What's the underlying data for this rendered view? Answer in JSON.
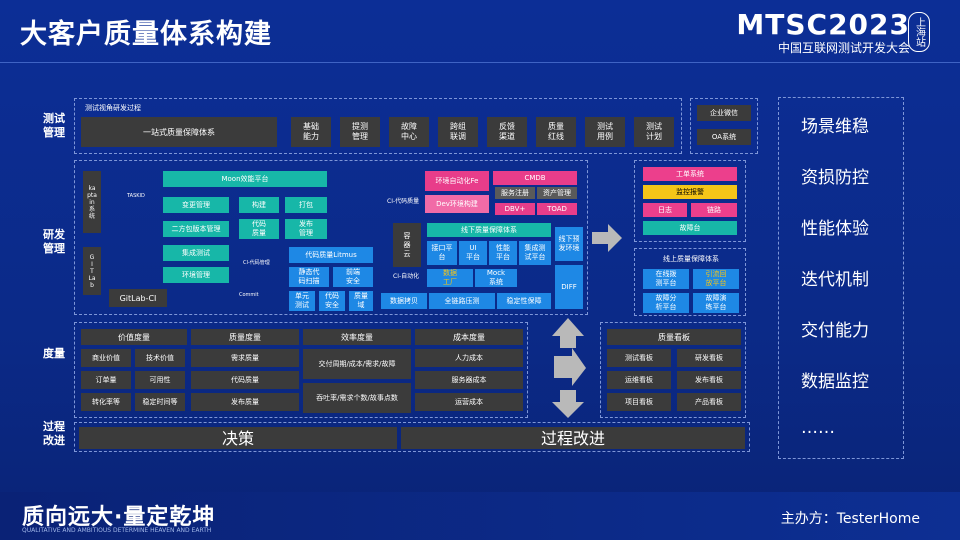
{
  "title": "大客户质量体系构建",
  "brand": {
    "name": "MTSC2023",
    "subtitle": "中国互联网测试开发大会",
    "badge": "上海站"
  },
  "sections": {
    "test_mgmt": "测试\n管理",
    "dev_mgmt": "研发\n管理",
    "measure": "度量",
    "process": "过程\n改进"
  },
  "test_panel": {
    "heading": "测试视角研发过程",
    "main": "一站式质量保障体系",
    "items": [
      "基础\n能力",
      "提测\n管理",
      "故障\n中心",
      "跨组\n联调",
      "反馈\n渠道",
      "质量\n红线",
      "测试\n用例",
      "测试\n计划"
    ],
    "side": [
      "企业微信",
      "OA系统"
    ]
  },
  "dev_panel": {
    "kapta": "ka\npta\nin\n系\n统",
    "gitlab_v": "G\nI\nT\nLa\nb",
    "gitlab_ci": "GitLab-CI",
    "taskid": "TASKID",
    "commit": "Commit",
    "ci_quality": "CI-代码质量",
    "ci_code": "CI-代码管理",
    "ci_auto": "CI-自动化",
    "moon": "Moon效能平台",
    "moon_items": [
      "变更管理",
      "二方包版本管理",
      "集成测试",
      "环境管理"
    ],
    "moon_mid": [
      "构建",
      "打包",
      "代码\n质量",
      "发布\n管理"
    ],
    "litmus": "代码质量Litmus",
    "litmus_items": [
      "静态代\n码扫描",
      "前端\n安全",
      "单元\n测试",
      "代码\n安全",
      "质量\n域"
    ],
    "env_auto": "环境自动化Fe",
    "dev_env": "Dev环境构建",
    "cmdb": "CMDB",
    "cmdb_items": [
      "服务注册",
      "资产管理"
    ],
    "dbv": "DBV+",
    "toad": "TOAD",
    "offline": "线下质量保障体系",
    "offline_items": [
      "接口平\n台",
      "UI\n平台",
      "性能\n平台",
      "集成测\n试平台"
    ],
    "container": "容\n器\n云",
    "data_factory": "数据\n工厂",
    "mock": "Mock\n系统",
    "data_copy": "数据拷贝",
    "full_link": "全链路压测",
    "stability": "稳定性保障",
    "offline_prerelease": "线下预\n发环境",
    "diff": "DIFF"
  },
  "right_dev": {
    "work": "工单系统",
    "monitor": "监控报警",
    "log": "日志",
    "link": "链路",
    "fault": "故障台",
    "online": "线上质量保障体系",
    "online_items": [
      "在线拨\n测平台",
      "引流回\n放平台",
      "故障分\n析平台",
      "故障演\n练平台"
    ]
  },
  "measure": {
    "cols": [
      {
        "title": "价值度量",
        "items": [
          "商业价值",
          "技术价值",
          "订单量",
          "可用性",
          "转化率等",
          "稳定时间等"
        ]
      },
      {
        "title": "质量度量",
        "items": [
          "需求质量",
          "代码质量",
          "发布质量"
        ]
      },
      {
        "title": "效率度量",
        "items": [
          "交付周期/成本/需求/故障",
          "吞吐率/需求个数/故事点数"
        ]
      },
      {
        "title": "成本度量",
        "items": [
          "人力成本",
          "服务器成本",
          "运营成本"
        ]
      }
    ],
    "board": {
      "title": "质量看板",
      "items": [
        "测试看板",
        "研发看板",
        "运维看板",
        "发布看板",
        "项目看板",
        "产品看板"
      ]
    }
  },
  "process": {
    "decision": "决策",
    "improve": "过程改进"
  },
  "right_list": [
    "场景维稳",
    "资损防控",
    "性能体验",
    "迭代机制",
    "交付能力",
    "数据监控",
    "……"
  ],
  "footer": {
    "slogan": "质向远大·量定乾坤",
    "sub": "QUALITATIVE AND AMBITIOUS DETERMINE HEAVEN AND EARTH",
    "host": "主办方：TesterHome"
  },
  "colors": {
    "bg": "#0b2a88",
    "teal": "#17b7a8",
    "blue": "#1e88e5",
    "pink": "#e83d8a",
    "gray": "#3b3b3b",
    "yellow": "#f5c518"
  }
}
